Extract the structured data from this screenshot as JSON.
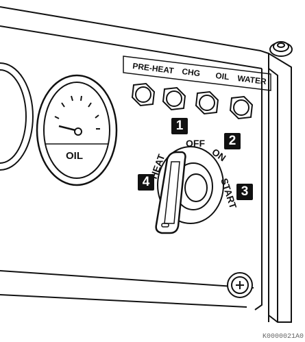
{
  "labels": {
    "preheat": "PRE-HEAT",
    "chg": "CHG",
    "oil": "OIL",
    "water": "WATER",
    "gauge": "OIL",
    "off": "OFF",
    "on": "ON",
    "start": "START",
    "heat": "HEAT"
  },
  "callouts": [
    "1",
    "2",
    "3",
    "4"
  ],
  "figure_id": "K0000021A0"
}
